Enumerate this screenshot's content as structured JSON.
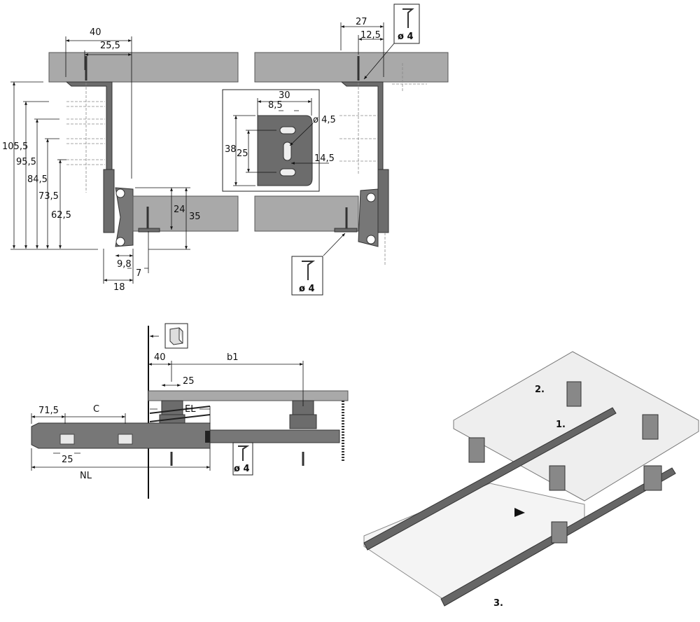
{
  "top_section": {
    "left": {
      "dim_40": "40",
      "dim_25_5": "25,5",
      "dim_105_5": "105,5",
      "dim_95_5": "95,5",
      "dim_84_5": "84,5",
      "dim_73_5": "73,5",
      "dim_62_5": "62,5",
      "dim_24": "24",
      "dim_35": "35",
      "dim_9_8": "9,8",
      "dim_7": "7",
      "dim_18": "18"
    },
    "right": {
      "dim_27": "27",
      "dim_12_5": "12,5",
      "screw_top_label": "ø 4",
      "screw_bottom_label": "ø 4"
    },
    "bracket_detail": {
      "dim_30": "30",
      "dim_8_5": "8,5",
      "dim_hole": "ø 4,5",
      "dim_38": "38",
      "dim_25": "25",
      "dim_14_5": "14,5"
    }
  },
  "side_section": {
    "dim_40": "40",
    "dim_b1": "b1",
    "dim_25_top": "25",
    "dim_71_5": "71,5",
    "dim_c": "C",
    "dim_el": "EL",
    "dim_25_bottom": "25",
    "dim_nl": "NL",
    "screw_label": "ø 4"
  },
  "assembly": {
    "step_1": "1.",
    "step_2": "2.",
    "step_3": "3."
  }
}
